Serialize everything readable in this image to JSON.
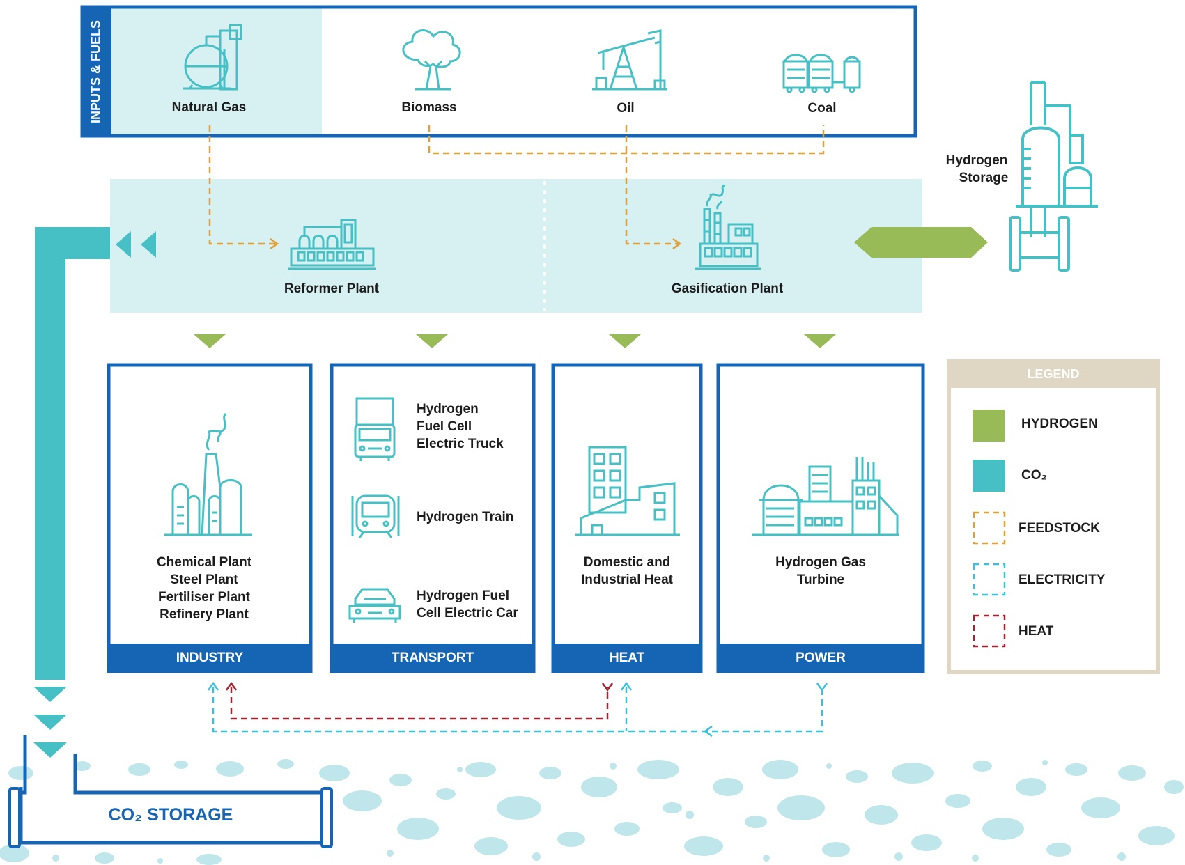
{
  "inputs": {
    "title": "INPUTS & FUELS",
    "items": [
      {
        "label": "Natural Gas",
        "icon": "natural-gas-plant-icon"
      },
      {
        "label": "Biomass",
        "icon": "tree-icon"
      },
      {
        "label": "Oil",
        "icon": "oil-pumpjack-icon"
      },
      {
        "label": "Coal",
        "icon": "coal-wagons-icon"
      }
    ]
  },
  "plants": {
    "reformer": "Reformer Plant",
    "gasification": "Gasification Plant",
    "storage_line1": "Hydrogen",
    "storage_line2": "Storage"
  },
  "sectors": {
    "industry": {
      "header": "INDUSTRY",
      "lines": [
        "Chemical Plant",
        "Steel Plant",
        "Fertiliser Plant",
        "Refinery Plant"
      ]
    },
    "transport": {
      "header": "TRANSPORT",
      "truck": [
        "Hydrogen",
        "Fuel Cell",
        "Electric Truck"
      ],
      "train": "Hydrogen Train",
      "car": [
        "Hydrogen Fuel",
        "Cell Electric Car"
      ]
    },
    "heat": {
      "header": "HEAT",
      "lines": [
        "Domestic and",
        "Industrial Heat"
      ]
    },
    "power": {
      "header": "POWER",
      "lines": [
        "Hydrogen Gas",
        "Turbine"
      ]
    }
  },
  "legend": {
    "title": "LEGEND",
    "items": [
      "HYDROGEN",
      "CO₂",
      "FEEDSTOCK",
      "ELECTRICITY",
      "HEAT"
    ]
  },
  "co2_storage": "CO₂ STORAGE",
  "colors": {
    "blue": "#1565b4",
    "teal": "#46c0c5",
    "light_teal": "#d7f1f2",
    "green": "#98bb58",
    "feedstock": "#e0a038",
    "electricity": "#3bbfe0",
    "heat": "#a3232f",
    "legend_frame": "#dfd7c3"
  }
}
